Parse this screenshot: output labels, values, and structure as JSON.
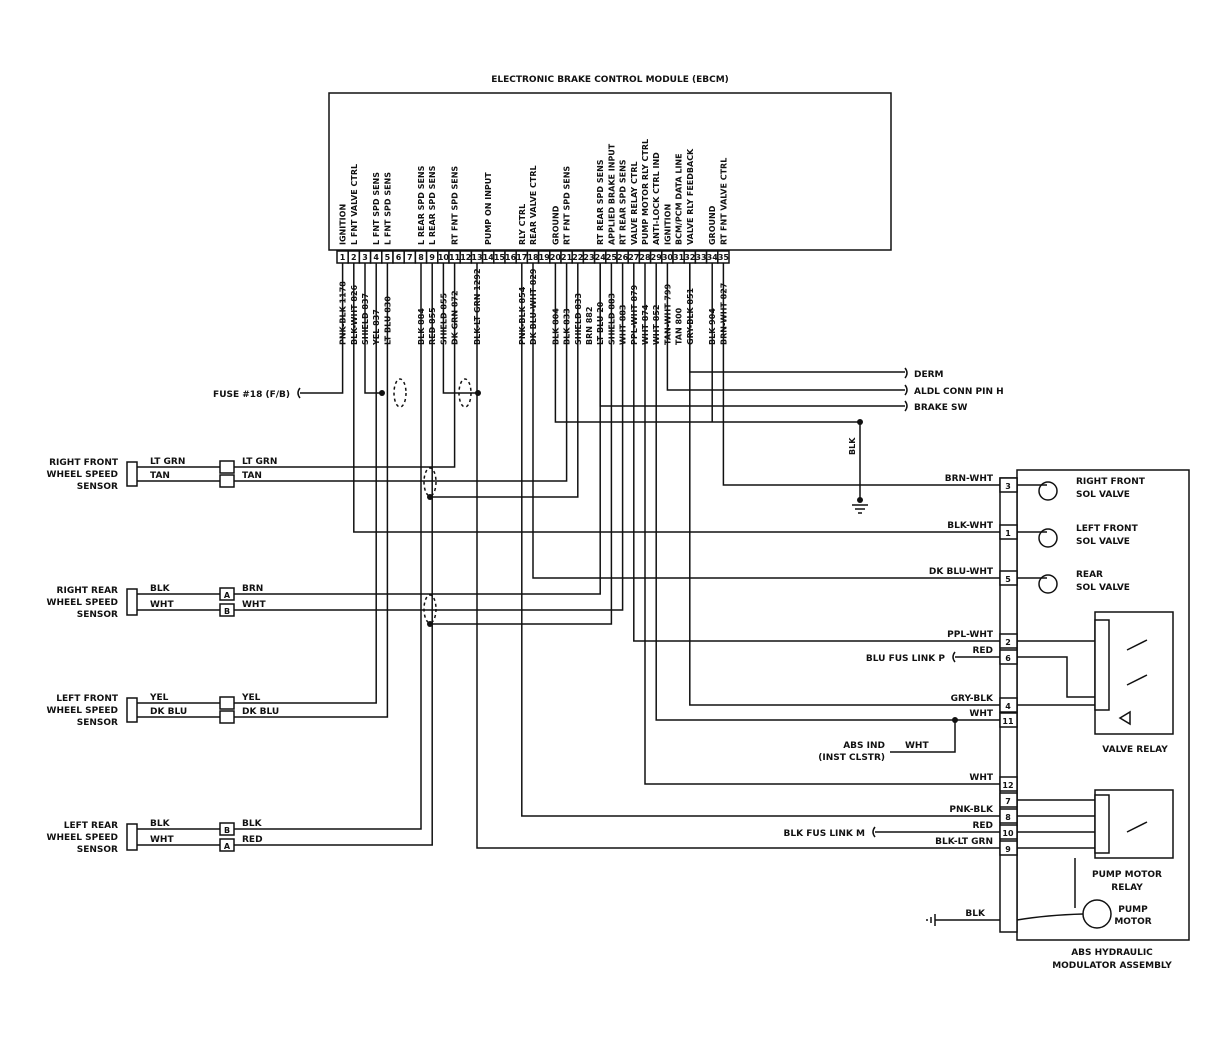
{
  "ebcm": {
    "title": "ELECTRONIC BRAKE CONTROL MODULE (EBCM)",
    "pins": [
      {
        "n": "1",
        "func": "IGNITION",
        "wire": "PNK-BLK 1178"
      },
      {
        "n": "2",
        "func": "L FNT VALVE CTRL",
        "wire": "BLK-WHT 826"
      },
      {
        "n": "3",
        "func": "",
        "wire": "SHIELD 837"
      },
      {
        "n": "4",
        "func": "L FNT SPD SENS",
        "wire": "YEL 837"
      },
      {
        "n": "5",
        "func": "L FNT SPD SENS",
        "wire": "LT BLU 830"
      },
      {
        "n": "6",
        "func": "",
        "wire": ""
      },
      {
        "n": "7",
        "func": "",
        "wire": ""
      },
      {
        "n": "8",
        "func": "L REAR SPD SENS",
        "wire": "BLK 884"
      },
      {
        "n": "9",
        "func": "L REAR SPD SENS",
        "wire": "RED 855"
      },
      {
        "n": "10",
        "func": "",
        "wire": "SHIELD 855"
      },
      {
        "n": "11",
        "func": "RT FNT SPD SENS",
        "wire": "DK GRN 872"
      },
      {
        "n": "12",
        "func": "",
        "wire": ""
      },
      {
        "n": "13",
        "func": "",
        "wire": "BLK-LT GRN 1292"
      },
      {
        "n": "14",
        "func": "PUMP ON INPUT",
        "wire": ""
      },
      {
        "n": "15",
        "func": "",
        "wire": ""
      },
      {
        "n": "16",
        "func": "",
        "wire": ""
      },
      {
        "n": "17",
        "func": "RLY CTRL",
        "wire": "PNK-BLK 854"
      },
      {
        "n": "18",
        "func": "REAR VALVE CTRL",
        "wire": "DK BLU-WHT 829"
      },
      {
        "n": "19",
        "func": "",
        "wire": ""
      },
      {
        "n": "20",
        "func": "GROUND",
        "wire": "BLK 804"
      },
      {
        "n": "21",
        "func": "RT FNT SPD SENS",
        "wire": "BLK 833"
      },
      {
        "n": "22",
        "func": "",
        "wire": "SHIELD 833"
      },
      {
        "n": "23",
        "func": "",
        "wire": "BRN 882"
      },
      {
        "n": "24",
        "func": "RT REAR SPD SENS",
        "wire": "LT BLU 20"
      },
      {
        "n": "25",
        "func": "APPLIED BRAKE INPUT",
        "wire": "SHIELD 883"
      },
      {
        "n": "26",
        "func": "RT REAR SPD SENS",
        "wire": "WHT 883"
      },
      {
        "n": "27",
        "func": "VALVE RELAY CTRL",
        "wire": "PPL-WHT 879"
      },
      {
        "n": "28",
        "func": "PUMP MOTOR RLY CTRL",
        "wire": "WHT 874"
      },
      {
        "n": "29",
        "func": "ANTI-LOCK CTRL IND",
        "wire": "WHT 852"
      },
      {
        "n": "30",
        "func": "IGNITION",
        "wire": "TAN-WHT 799"
      },
      {
        "n": "31",
        "func": "BCM/PCM DATA LINE",
        "wire": "TAN 800"
      },
      {
        "n": "32",
        "func": "VALVE RLY FEEDBACK",
        "wire": "GRY-BLK 851"
      },
      {
        "n": "33",
        "func": "",
        "wire": ""
      },
      {
        "n": "34",
        "func": "GROUND",
        "wire": "BLK 904"
      },
      {
        "n": "35",
        "func": "RT FNT VALVE CTRL",
        "wire": "BRN-WHT 827"
      }
    ]
  },
  "right_side": {
    "derm": "DERM",
    "aldl": "ALDL CONN PIN H",
    "brake_sw": "BRAKE SW",
    "blk": "BLK"
  },
  "left_side": {
    "fuse": "FUSE #18 (F/B)",
    "sensors": [
      {
        "name": [
          "RIGHT FRONT",
          "WHEEL SPEED",
          "SENSOR"
        ],
        "w1": "LT GRN",
        "w2": "TAN",
        "o1": "LT GRN",
        "o2": "TAN",
        "c1": "",
        "c2": ""
      },
      {
        "name": [
          "RIGHT REAR",
          "WHEEL SPEED",
          "SENSOR"
        ],
        "w1": "BLK",
        "w2": "WHT",
        "o1": "BRN",
        "o2": "WHT",
        "c1": "A",
        "c2": "B"
      },
      {
        "name": [
          "LEFT FRONT",
          "WHEEL SPEED",
          "SENSOR"
        ],
        "w1": "YEL",
        "w2": "DK BLU",
        "o1": "YEL",
        "o2": "DK BLU",
        "c1": "",
        "c2": ""
      },
      {
        "name": [
          "LEFT REAR",
          "WHEEL SPEED",
          "SENSOR"
        ],
        "w1": "BLK",
        "w2": "WHT",
        "o1": "BLK",
        "o2": "RED",
        "c1": "B",
        "c2": "A"
      }
    ]
  },
  "modulator": {
    "title1": "ABS HYDRAULIC",
    "title2": "MODULATOR ASSEMBLY",
    "rf_valve": [
      "RIGHT FRONT",
      "SOL VALVE"
    ],
    "lf_valve": [
      "LEFT FRONT",
      "SOL VALVE"
    ],
    "rear_valve": [
      "REAR",
      "SOL VALVE"
    ],
    "valve_relay": "VALVE RELAY",
    "pump_relay": [
      "PUMP MOTOR",
      "RELAY"
    ],
    "pump_motor": [
      "PUMP",
      "MOTOR"
    ],
    "terminals": [
      {
        "n": "3",
        "wire": "BRN-WHT"
      },
      {
        "n": "1",
        "wire": "BLK-WHT"
      },
      {
        "n": "5",
        "wire": "DK BLU-WHT"
      },
      {
        "n": "2",
        "wire": "PPL-WHT"
      },
      {
        "n": "6",
        "wire": "RED"
      },
      {
        "n": "4",
        "wire": "GRY-BLK"
      },
      {
        "n": "11",
        "wire": "WHT"
      },
      {
        "n": "12",
        "wire": "WHT"
      },
      {
        "n": "7",
        "wire": ""
      },
      {
        "n": "8",
        "wire": "PNK-BLK"
      },
      {
        "n": "10",
        "wire": "RED"
      },
      {
        "n": "9",
        "wire": "BLK-LT GRN"
      }
    ],
    "blu_fus_link": "BLU FUS LINK P",
    "blk_fus_link": "BLK FUS LINK M",
    "abs_ind": [
      "ABS IND",
      "(INST CLSTR)"
    ],
    "abs_ind_wire": "WHT",
    "ground_wire": "BLK"
  }
}
